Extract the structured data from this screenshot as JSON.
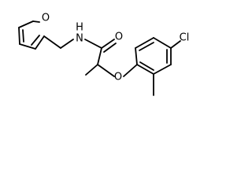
{
  "molecule": {
    "atoms": {
      "furan_o": "O",
      "amide_n": "N",
      "amide_h": "H",
      "carbonyl_o": "O",
      "ether_o": "O",
      "chlorine": "Cl"
    }
  }
}
